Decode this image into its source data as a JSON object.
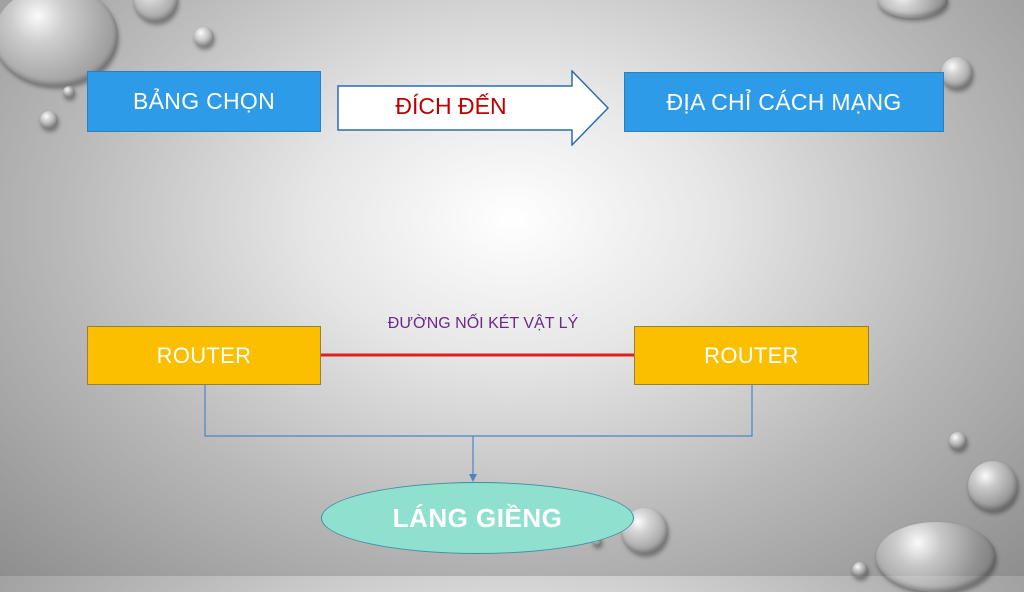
{
  "top_row": {
    "left_box": "BẢNG CHỌN",
    "arrow_label": "ĐÍCH ĐẾN",
    "right_box": "ĐỊA CHỈ CÁCH MẠNG"
  },
  "bottom_row": {
    "left_router": "ROUTER",
    "right_router": "ROUTER",
    "link_label": "ĐƯỜNG NỐI KÉT VẬT LÝ",
    "neighbor": "LÁNG GIỀNG"
  },
  "colors": {
    "blue_box": "#2e9be8",
    "router_box": "#fbbf00",
    "arrow_text": "#c00000",
    "link_line": "#e02020",
    "link_text": "#6a2a8a",
    "connector": "#4a86c4",
    "neighbor_fill": "#8fe0cf"
  }
}
